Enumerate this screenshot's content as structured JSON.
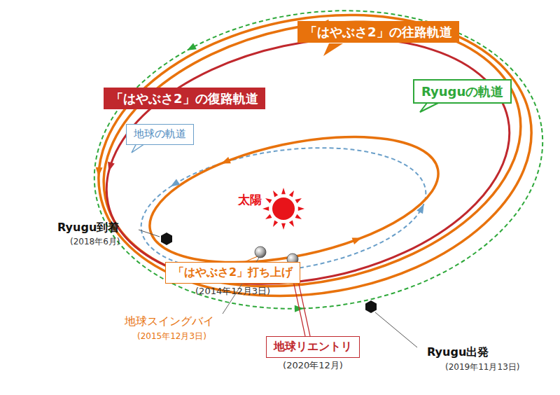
{
  "diagram": {
    "nodes": [
      {
        "text": [
          "「はやぶさ2」の往路軌道"
        ]
      },
      {
        "text": [
          "Ryuguの軌道"
        ]
      },
      {
        "text": [
          "「はやぶさ2」の復路軌道"
        ]
      },
      {
        "text": [
          "地球の軌道"
        ]
      },
      {
        "text": [
          "「はやぶさ2」打ち上げ",
          "(2014年12月3日)"
        ]
      },
      {
        "text": [
          "地球リエントリ",
          "(2020年12月)"
        ]
      }
    ],
    "labels": [
      "太陽",
      "Ryugu到着",
      "(2018年6月)",
      "地球スイングバイ",
      "(2015年12月3日)",
      "Ryugu出発",
      "(2019年11月13日)"
    ]
  }
}
